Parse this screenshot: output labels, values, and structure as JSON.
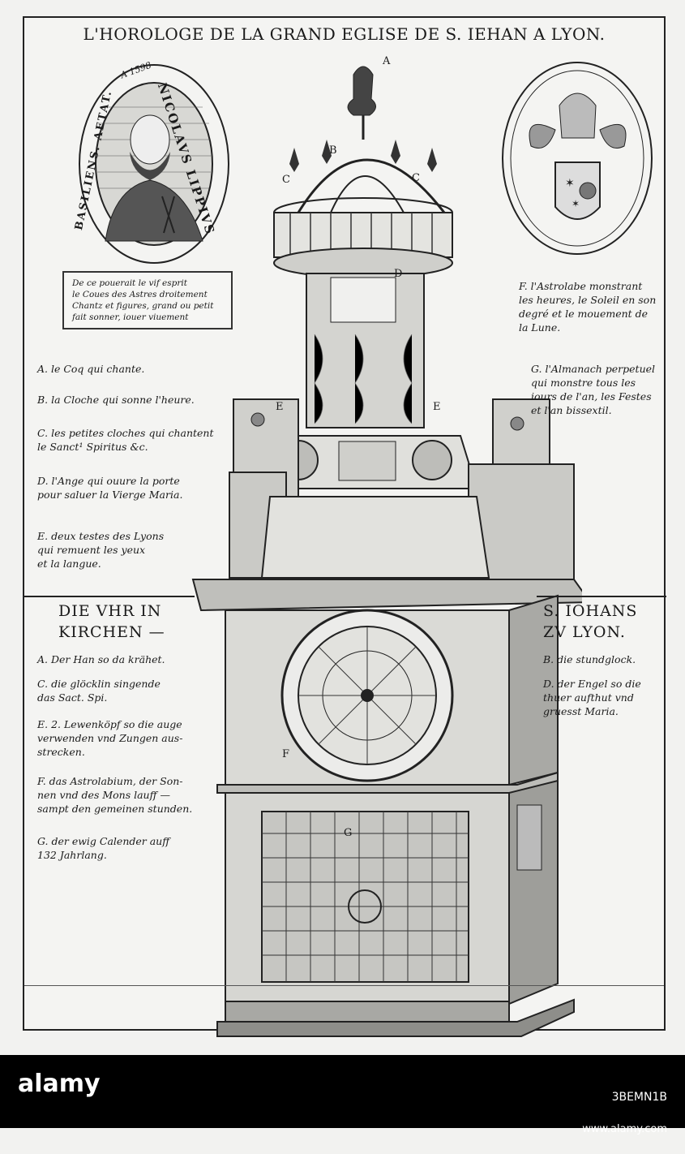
{
  "title": "L'HOROLOGE DE LA GRAND EGLISE DE S. IEHAN A LYON.",
  "portrait": {
    "ring_left": "BASILIENS. AETAT.",
    "ring_top": "NICOLAVS LIPPIVS",
    "ring_date": "A 1598",
    "cartouche": "De ce pouerait le vif esprit\nle Coues des Astres droitement\nChantz et figures, grand ou petit\nfait sonner, iouer viuement"
  },
  "tower_letters": {
    "a": "A",
    "b": "B",
    "c1": "C",
    "c2": "C",
    "d": "D",
    "e1": "E",
    "e2": "E",
    "f": "F",
    "g": "G"
  },
  "french_left": [
    "A. le Coq qui chante.",
    "B. la Cloche qui sonne l'heure.",
    "C. les petites cloches qui chantent\nle Sanct¹ Spiritus &c.",
    "D. l'Ange qui ouure la porte\npour saluer la Vierge Maria.",
    "E. deux testes des Lyons\nqui remuent les yeux\net la langue."
  ],
  "french_right": [
    "F. l'Astrolabe monstrant\nles heures, le Soleil en son\ndegré et le mouement de\nla Lune.",
    "G. l'Almanach perpetuel\nqui monstre tous les\niours de l'an, les Festes\net l'an bissextil."
  ],
  "german_head_left": "DIE VHR IN\nKIRCHEN —",
  "german_head_right": "S. IOHANS\nZV LYON.",
  "german_left": [
    "A. Der Han so da krähet.",
    "C. die glöcklin singende\ndas Sact. Spi.",
    "E. 2. Lewenköpf so die auge\nverwenden vnd Zungen aus-\nstrecken.",
    "F. das Astrolabium, der Son-\nnen vnd des Mons lauff —\nsampt den gemeinen stunden.",
    "G. der ewig Calender auff\n132 Jahrlang."
  ],
  "german_right": [
    "B. die stundglock.",
    "D. der Engel so die\nthuer aufthut vnd\ngruesst Maria."
  ],
  "footer": {
    "brand": "alamy",
    "image_id": "3BEMN1B",
    "url": "www.alamy.com"
  }
}
